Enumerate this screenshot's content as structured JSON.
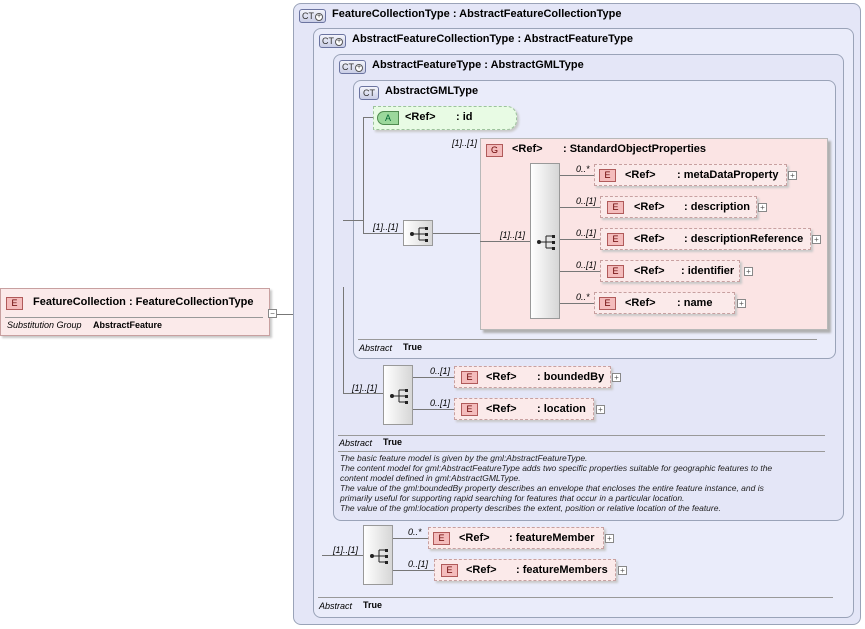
{
  "root_element": {
    "badge": "E",
    "label": "FeatureCollection : FeatureCollectionType",
    "substitution_group_label": "Substitution Group",
    "substitution_group_value": "AbstractFeature"
  },
  "complex_types": [
    {
      "badge": "CT",
      "label": "FeatureCollectionType : AbstractFeatureCollectionType"
    },
    {
      "badge": "CT",
      "label": "AbstractFeatureCollectionType : AbstractFeatureType"
    },
    {
      "badge": "CT",
      "label": "AbstractFeatureType : AbstractGMLType"
    },
    {
      "badge": "CT",
      "label": "AbstractGMLType"
    }
  ],
  "attribute": {
    "badge": "A",
    "ref": "<Ref>",
    "name": ": id"
  },
  "group": {
    "badge": "G",
    "ref": "<Ref>",
    "name": ": StandardObjectProperties",
    "cardinality": "[1]..[1]"
  },
  "group_sequence_cardinality": "[1]..[1]",
  "gml_sequence_cardinality": "[1]..[1]",
  "group_elements": [
    {
      "badge": "E",
      "ref": "<Ref>",
      "name": ": metaDataProperty",
      "cardinality": "0..*"
    },
    {
      "badge": "E",
      "ref": "<Ref>",
      "name": ": description",
      "cardinality": "0..[1]"
    },
    {
      "badge": "E",
      "ref": "<Ref>",
      "name": ": descriptionReference",
      "cardinality": "0..[1]"
    },
    {
      "badge": "E",
      "ref": "<Ref>",
      "name": ": identifier",
      "cardinality": "0..[1]"
    },
    {
      "badge": "E",
      "ref": "<Ref>",
      "name": ": name",
      "cardinality": "0..*"
    }
  ],
  "gml_abstract": {
    "label": "Abstract",
    "value": "True"
  },
  "feature_sequence_cardinality": "[1]..[1]",
  "feature_elements": [
    {
      "badge": "E",
      "ref": "<Ref>",
      "name": ": boundedBy",
      "cardinality": "0..[1]"
    },
    {
      "badge": "E",
      "ref": "<Ref>",
      "name": ": location",
      "cardinality": "0..[1]"
    }
  ],
  "feature_abstract": {
    "label": "Abstract",
    "value": "True"
  },
  "feature_doc": [
    "The basic feature model is given by the gml:AbstractFeatureType.",
    "The content model for gml:AbstractFeatureType adds two specific properties suitable for geographic features to the",
    "content model defined in gml:AbstractGMLType.",
    "The value of the gml:boundedBy property describes an envelope that encloses the entire feature instance, and is",
    "primarily useful for supporting rapid searching for features that occur in a particular location.",
    "The value of the gml:location property describes the extent, position or relative location of the feature."
  ],
  "collection_sequence_cardinality": "[1]..[1]",
  "collection_elements": [
    {
      "badge": "E",
      "ref": "<Ref>",
      "name": ": featureMember",
      "cardinality": "0..*"
    },
    {
      "badge": "E",
      "ref": "<Ref>",
      "name": ": featureMembers",
      "cardinality": "0..[1]"
    }
  ],
  "collection_abstract": {
    "label": "Abstract",
    "value": "True"
  },
  "colors": {
    "element_fill": "#fbeaea",
    "type_fill": "#e4e6f7",
    "attribute_fill": "#e8fbe4"
  }
}
